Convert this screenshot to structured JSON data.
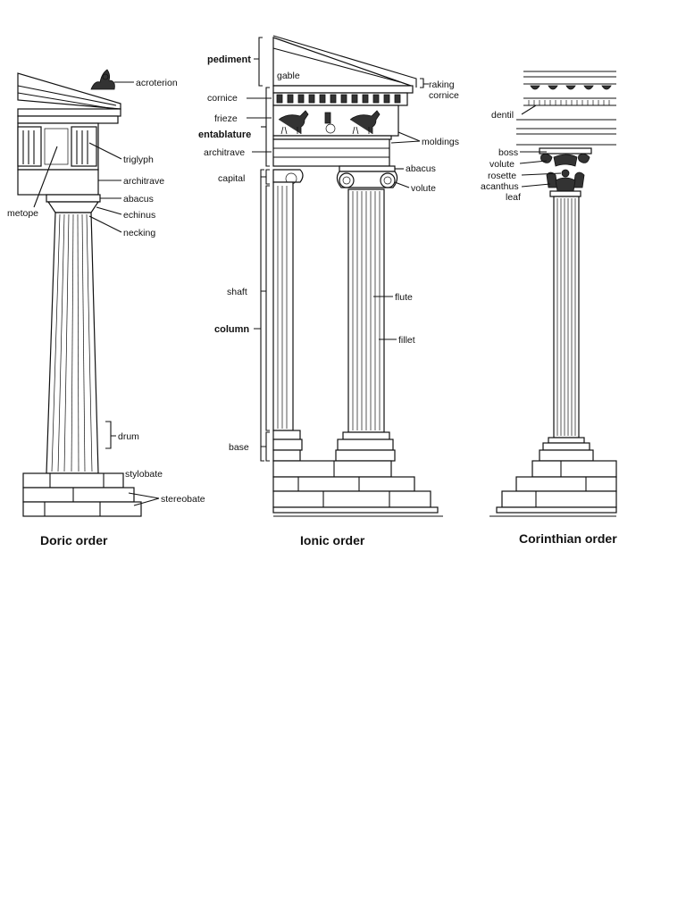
{
  "doric": {
    "title": "Doric order",
    "labels": {
      "acroterion": "acroterion",
      "triglyph": "triglyph",
      "architrave": "architrave",
      "metope": "metope",
      "abacus": "abacus",
      "echinus": "echinus",
      "necking": "necking",
      "drum": "drum",
      "stylobate": "stylobate",
      "stereobate": "stereobate"
    }
  },
  "ionic": {
    "title": "Ionic order",
    "labels": {
      "pediment": "pediment",
      "gable": "gable",
      "raking": "raking",
      "cornice_2": "cornice",
      "cornice": "cornice",
      "frieze": "frieze",
      "entablature": "entablature",
      "architrave": "architrave",
      "moldings": "moldings",
      "capital": "capital",
      "abacus": "abacus",
      "volute": "volute",
      "shaft": "shaft",
      "flute": "flute",
      "column": "column",
      "fillet": "fillet",
      "base": "base"
    }
  },
  "corinthian": {
    "title": "Corinthian order",
    "labels": {
      "dentil": "dentil",
      "boss": "boss",
      "volute": "volute",
      "rosette": "rosette",
      "acanthus": "acanthus",
      "leaf": "leaf"
    }
  }
}
